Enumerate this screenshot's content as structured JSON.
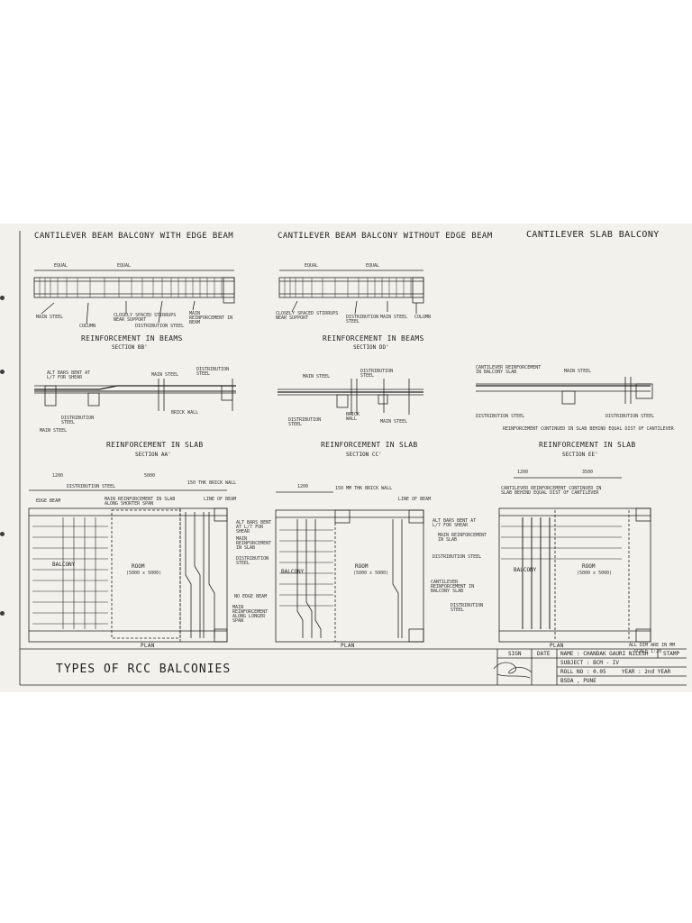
{
  "titles": {
    "t1": "CANTILEVER BEAM BALCONY WITH EDGE BEAM",
    "t2": "CANTILEVER BEAM BALCONY WITHOUT EDGE BEAM",
    "t3": "CANTILEVER SLAB BALCONY"
  },
  "captions": {
    "rb1": "REINFORCEMENT IN BEAMS",
    "rb1_sec": "SECTION BB'",
    "rb2": "REINFORCEMENT IN BEAMS",
    "rb2_sec": "SECTION DD'",
    "rs1": "REINFORCEMENT IN SLAB",
    "rs1_sec": "SECTION AA'",
    "rs2": "REINFORCEMENT IN SLAB",
    "rs2_sec": "SECTION CC'",
    "rs3": "REINFORCEMENT IN SLAB",
    "rs3_sec": "SECTION EE'",
    "plan1": "PLAN",
    "plan2": "PLAN",
    "plan3": "PLAN"
  },
  "labels": {
    "equal": "EQUAL",
    "main_steel": "MAIN STEEL",
    "column": "COLUMN",
    "closely_spaced": "CLOSELY SPACED STIRRUPS NEAR SUPPORT",
    "distribution_steel": "DISTRIBUTION STEEL",
    "main_reinf_beam": "MAIN REINFORCEMENT IN BEAM",
    "alt_bars": "ALT BARS BENT AT L/7 FOR SHEAR",
    "brick_wall": "BRICK WALL",
    "cantilever_reinf": "CANTILEVER REINFORCEMENT IN BALCONY SLAB",
    "reinf_continued": "REINFORCEMENT CONTINUED IN SLAB BEHIND EQUAL DIST OF CANTILEVER",
    "edge_beam": "EDGE BEAM",
    "main_reinf_slab_short": "MAIN REINFORCEMENT IN SLAB ALONG SHORTER SPAN",
    "thk_wall": "150 THK BRICK WALL",
    "thk_wall2": "150 MM THK BRICK WALL",
    "line_of_beam": "LINE OF BEAM",
    "alt_bars_shear": "ALT BARS BENT AT L/7 FOR SHEAR",
    "main_reinf_in_slab": "MAIN REINFORCEMENT IN SLAB",
    "no_edge_beam": "NO EDGE BEAM",
    "main_reinf_longer": "MAIN REINFORCEMENT ALONG LONGER SPAN",
    "balcony": "BALCONY",
    "room": "ROOM",
    "room_dims": "(5000 x 5000)",
    "cantilever_continued": "CANTILEVER REINFORCEMENT CONTINUED IN SLAB BEHIND EQUAL DIST OF CANTILEVER",
    "cantilever_in_balcony": "CANTILEVER REINFORCEMENT IN BALCONY SLAB",
    "dim1a": "1200",
    "dim1b": "5000",
    "dim2": "1200",
    "dim3a": "1200",
    "dim3b": "3500",
    "scale_note": "ALL DIM ARE IN MM",
    "scale": "SCALE 1:20"
  },
  "drawing_title": "TYPES OF RCC BALCONIES",
  "title_block": {
    "sign": "SIGN",
    "date": "DATE",
    "name": "NAME : CHANDAK GAURI NILESH",
    "stamp": "STAMP",
    "subject": "SUBJECT : BCM - IV",
    "roll": "ROLL NO : 0.05",
    "year": "YEAR : 2nd YEAR",
    "college": "BSDA , PUNE"
  }
}
